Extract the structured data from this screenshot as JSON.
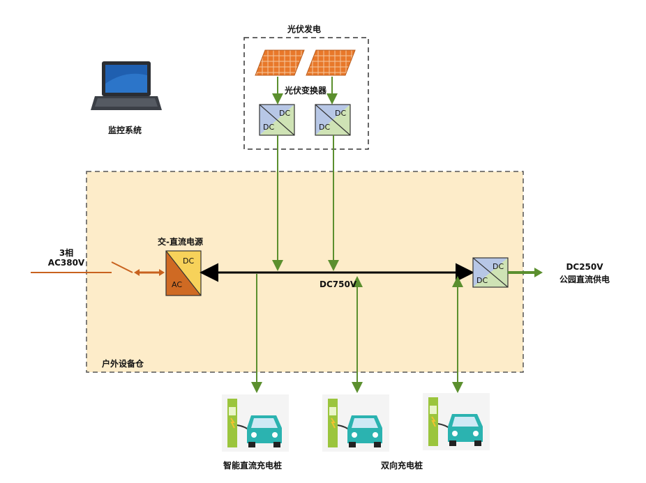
{
  "pv": {
    "title": "光伏发电",
    "converter_label": "光伏变换器"
  },
  "monitor": {
    "label": "监控系统"
  },
  "cabinet": {
    "label": "户外设备仓"
  },
  "ac_input": {
    "line1": "3相",
    "line2": "AC380V"
  },
  "acdc": {
    "label": "交-直流电源",
    "top": "DC",
    "bottom": "AC"
  },
  "dcdc": {
    "top": "DC",
    "bottom": "DC"
  },
  "bus": {
    "label": "DC750V"
  },
  "output": {
    "line1": "DC250V",
    "line2": "公园直流供电"
  },
  "chargers": {
    "smart_label": "智能直流充电桩",
    "bidir_label": "双向充电桩"
  },
  "colors": {
    "green_line": "#5b8f2e",
    "orange_line": "#c8621e",
    "cabinet_fill": "#fdecc9",
    "acdc_top": "#f7d25a",
    "acdc_bottom": "#cf6a23",
    "dcdc_top": "#cfe3b5",
    "dcdc_bottom": "#b7c7e6"
  }
}
